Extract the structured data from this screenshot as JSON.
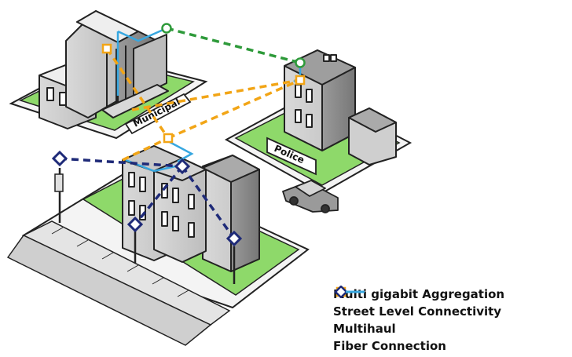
{
  "labels": {
    "municipal": "Municipal",
    "police": "Police"
  },
  "legend": [
    {
      "label": "Multi gigabit Aggregation",
      "color": "#2e9a3a",
      "marker": "circle",
      "dash": true
    },
    {
      "label": "Street Level Connectivity",
      "color": "#f2a516",
      "marker": "square",
      "dash": true
    },
    {
      "label": "Multihaul",
      "color": "#1e2a78",
      "marker": "diamond",
      "dash": true
    },
    {
      "label": "Fiber Connection",
      "color": "#37a7e0",
      "marker": "none",
      "dash": false
    }
  ],
  "colors": {
    "lawn": "#8ed96a",
    "aggregation": "#2e9a3a",
    "street": "#f2a516",
    "multihaul": "#1e2a78",
    "fiber": "#37a7e0"
  }
}
